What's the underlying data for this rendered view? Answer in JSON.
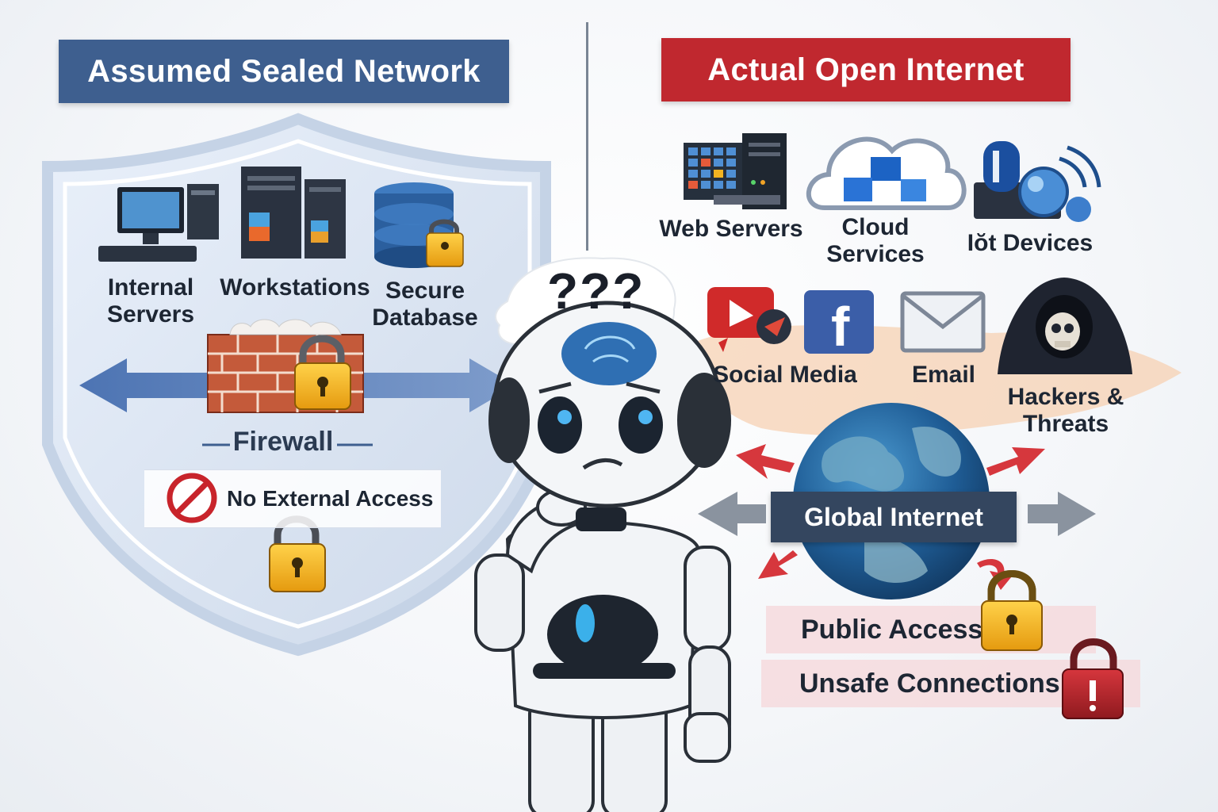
{
  "left_panel": {
    "title": "Assumed Sealed Network",
    "items": [
      {
        "label_line1": "Internal",
        "label_line2": "Servers",
        "icon": "computer-icon"
      },
      {
        "label_line1": "Workstations",
        "label_line2": "",
        "icon": "server-tower-icon"
      },
      {
        "label_line1": "Secure",
        "label_line2": "Database",
        "icon": "database-lock-icon"
      }
    ],
    "firewall_label": "Firewall",
    "no_access_label": "No External Access"
  },
  "right_panel": {
    "title": "Actual Open Internet",
    "top_items": [
      {
        "label_line1": "Web Servers",
        "label_line2": "",
        "icon": "web-server-icon"
      },
      {
        "label_line1": "Cloud",
        "label_line2": "Services",
        "icon": "cloud-icon"
      },
      {
        "label_line1": "Iŏt Devices",
        "label_line2": "",
        "icon": "iot-device-icon"
      }
    ],
    "mid_items": [
      {
        "label_line1": "Social Media",
        "label_line2": "",
        "icon": "social-media-icon"
      },
      {
        "label_line1": "Email",
        "label_line2": "",
        "icon": "envelope-icon"
      },
      {
        "label_line1": "Hackers &",
        "label_line2": "Threats",
        "icon": "hacker-icon"
      }
    ],
    "globe_label": "Global Internet",
    "public_access_label": "Public Access",
    "unsafe_label": "Unsafe Connections"
  },
  "center": {
    "question_marks": "???",
    "figure": "robot-icon"
  },
  "colors": {
    "left_accent": "#3e5f8f",
    "right_accent": "#c0282f",
    "globe_banner": "#34465f",
    "lock_gold": "#f2b51c",
    "lock_red": "#b3242a"
  }
}
